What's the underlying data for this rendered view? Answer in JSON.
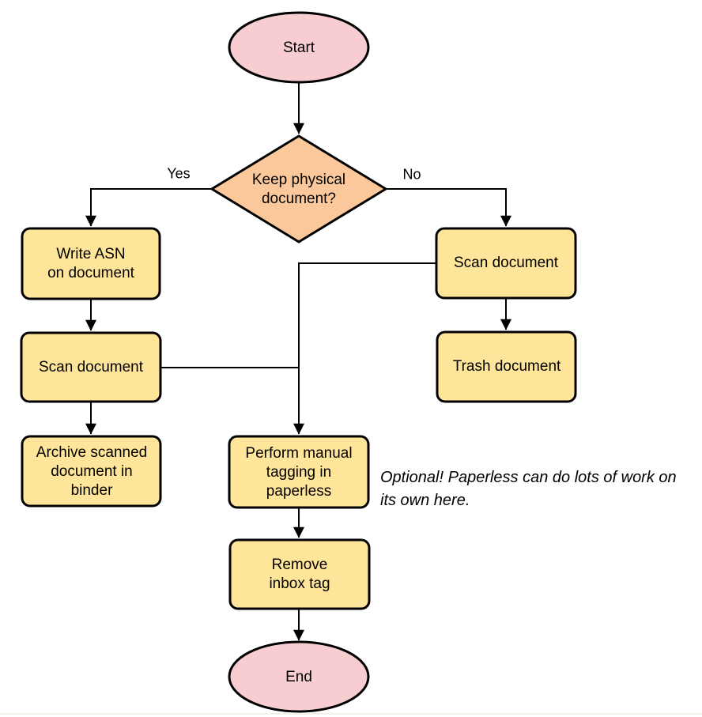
{
  "diagram": {
    "colors": {
      "terminator_fill": "#f8cdd1",
      "decision_fill": "#fbc89c",
      "process_fill": "#ffe599",
      "stroke": "#000000"
    },
    "nodes": {
      "start": {
        "label": "Start",
        "type": "terminator"
      },
      "decision": {
        "label": "Keep physical\ndocument?",
        "type": "decision"
      },
      "write_asn": {
        "label": "Write ASN\non document",
        "type": "process"
      },
      "scan_left": {
        "label": "Scan document",
        "type": "process"
      },
      "archive": {
        "label": "Archive scanned\ndocument in\nbinder",
        "type": "process"
      },
      "scan_right": {
        "label": "Scan document",
        "type": "process"
      },
      "trash": {
        "label": "Trash document",
        "type": "process"
      },
      "perform_tagging": {
        "label": "Perform manual\ntagging in\npaperless",
        "type": "process"
      },
      "remove_inbox": {
        "label": "Remove\ninbox tag",
        "type": "process"
      },
      "end": {
        "label": "End",
        "type": "terminator"
      }
    },
    "edge_labels": {
      "yes": "Yes",
      "no": "No"
    },
    "annotation": "Optional! Paperless can do lots of work on\nits own here."
  }
}
